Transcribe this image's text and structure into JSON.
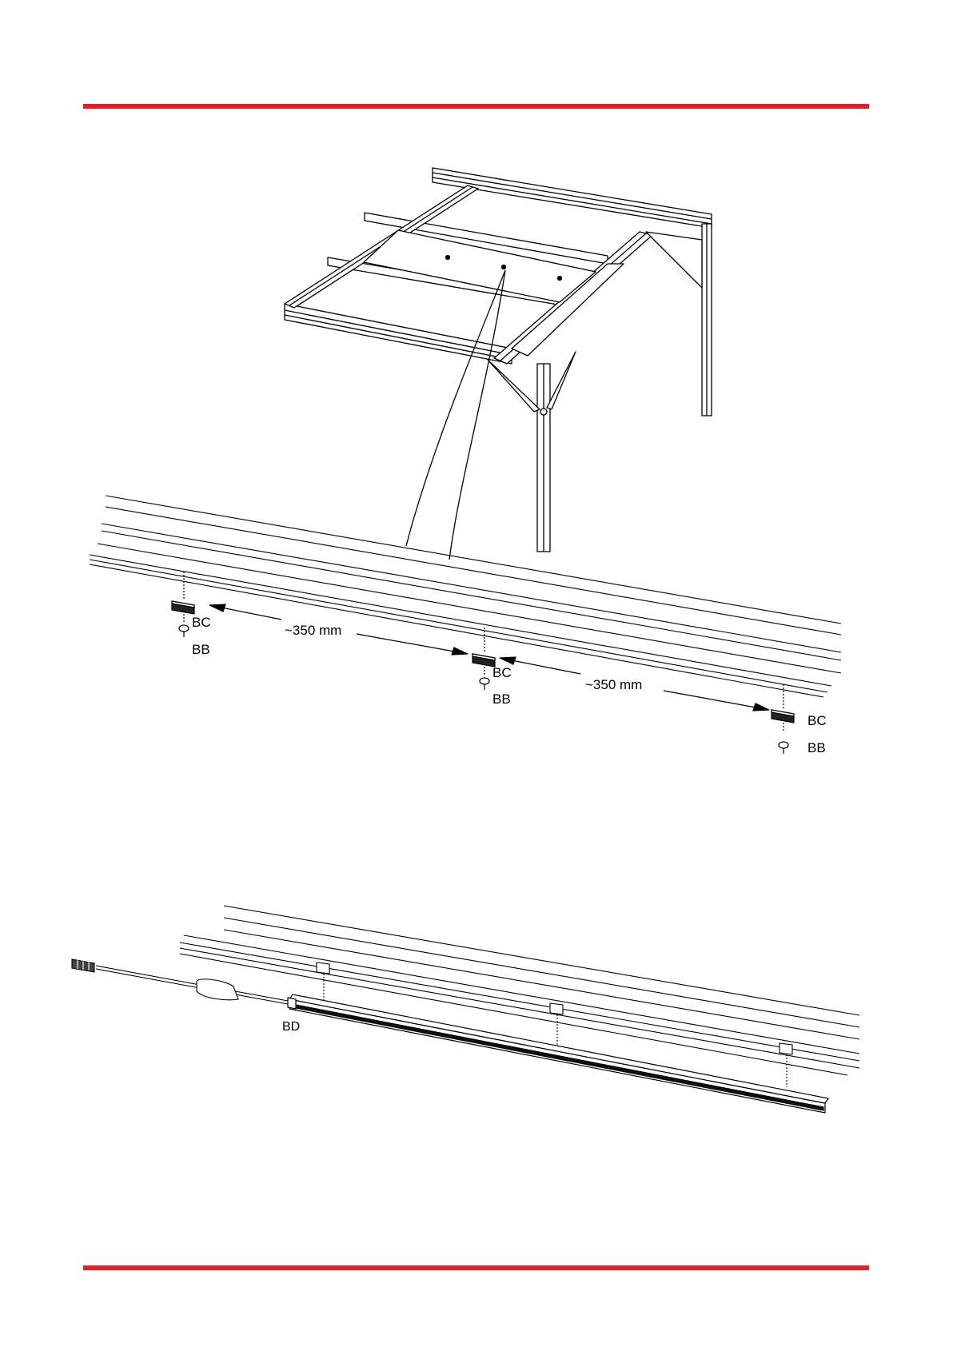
{
  "accent_color": "#e31e24",
  "line_color": "#000000",
  "labels": {
    "bc": "BC",
    "bb": "BB",
    "bd": "BD",
    "spacing": "~350 mm"
  }
}
